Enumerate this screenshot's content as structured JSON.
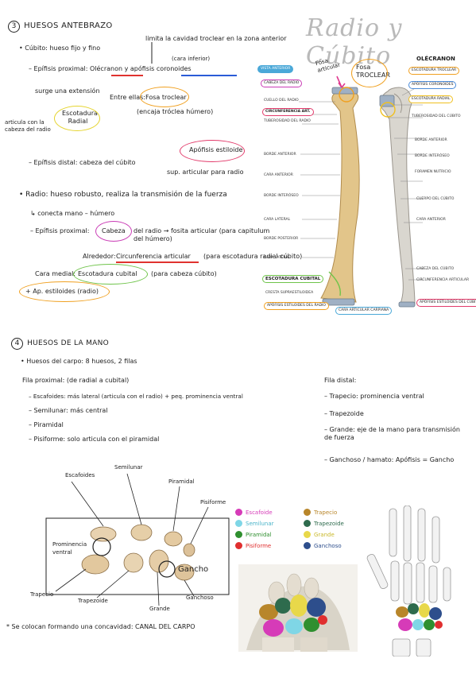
{
  "section3": {
    "number": "3",
    "title": "HUESOS ANTEBRAZO",
    "script_title": "Radio y Cúbito",
    "cubito_line": "• Cúbito: hueso fijo y fino",
    "limita_note": "limita la cavidad troclear en la zona anterior",
    "epifisis_prox": "– Epífisis proximal: Olécranon y apófisis coronoides",
    "cara_inferior": "(cara inferior)",
    "surge_note": "surge una extensión",
    "entre_ellas": "Entre ellas:",
    "fosa_troclear": "Fosa troclear",
    "encaja": "(encaja tróclea húmero)",
    "escotadura_radial": "Escotadura Radial",
    "articula_note": "articula con la cabeza del radio",
    "epifisis_dist": "– Epífisis distal: cabeza del cúbito",
    "apofisis_estiloide": "Apófisis estiloide",
    "sup_articular": "sup. articular para radio",
    "radio_line": "• Radio: hueso robusto, realiza la transmisión de la fuerza",
    "conecta": "↳ conecta mano – húmero",
    "radio_prox": "– Epífisis proximal:",
    "cabeza": "Cabeza",
    "radio_prox_rest": "del radio → fosita articular (para capitulum del húmero)",
    "alrededor": "Alrededor:",
    "circunferencia": "Circunferencia articular",
    "circ_rest": "(para escotadura radial cúbito)",
    "cara_medial": "Cara medial:",
    "escotadura_cubital": "Escotadura cubital",
    "escot_rest": "(para cabeza cúbito)",
    "ap_estiloides": "+ Ap. estiloides (radio)"
  },
  "figure_forearm": {
    "vista_anterior": "VISTA ANTERIOR",
    "fosa_articular": "Fosa articular",
    "fosa_troclear": "Fosa TROCLEAR",
    "olecranon": "OLÉCRANON",
    "escotadura_cubital": "ESCOTADURA CUBITAL",
    "circunferencia": "CIRCUNFERENCIA ART.",
    "apofisis_estiloides_radio": "APÓFISIS ESTILOIDES DEL RADIO",
    "cara_articular_carpiana": "CARA ARTICULAR CARPIANA",
    "apofisis_estiloides_cubito": "APÓFISIS ESTILOIDES DEL CÚBITO",
    "left_labels": [
      "CABEZA DEL RADIO",
      "CUELLO DEL RADIO",
      "TUBEROSIDAD DEL RADIO",
      "BORDE ANTERIOR",
      "CARA ANTERIOR",
      "BORDE INTERÓSEO",
      "CARA LATERAL",
      "BORDE POSTERIOR",
      "CARA LATERAL",
      "CRESTA SUPRAESTILOIDEA"
    ],
    "right_labels": [
      "ESCOTADURA TROCLEAR",
      "APÓFISIS CORONOIDES",
      "ESCOTADURA RADIAL",
      "TUBEROSIDAD DEL CÚBITO",
      "BORDE ANTERIOR",
      "BORDE INTERÓSEO",
      "FORAMEN NUTRICIO",
      "CUERPO DEL CÚBITO",
      "CARA ANTERIOR",
      "CABEZA DEL CÚBITO",
      "CIRCUNFERENCIA ARTICULAR"
    ]
  },
  "section4": {
    "number": "4",
    "title": "HUESOS DE LA MANO",
    "carpo": "• Huesos del carpo: 8 huesos, 2 filas",
    "fila_prox": "Fila proximal: (de radial a cubital)",
    "prox_items": [
      "– Escafoides: más lateral (articula con el radio) + peq. prominencia ventral",
      "– Semilunar: más central",
      "– Piramidal",
      "– Pisiforme: solo articula con el piramidal"
    ],
    "fila_dist": "Fila distal:",
    "dist_items": [
      "– Trapecio: prominencia ventral",
      "– Trapezoide",
      "– Grande: eje de la mano para transmisión de fuerza",
      "– Ganchoso / hamato: Apófisis = Gancho"
    ],
    "concavidad_note": "* Se colocan formando una concavidad: CANAL DEL CARPO"
  },
  "figure_carpus": {
    "escafoides": "Escafoides",
    "semilunar": "Semilunar",
    "piramidal": "Piramidal",
    "pisiforme": "Pisiforme",
    "prominencia": "Prominencia ventral",
    "gancho": "Gancho",
    "trapecio": "Trapecio",
    "trapezoide": "Trapezoide",
    "grande": "Grande",
    "ganchoso": "Ganchoso"
  },
  "legend": [
    {
      "label": "Escafoide",
      "color": "#d63bb8"
    },
    {
      "label": "Semilunar",
      "color": "#7fd6e6"
    },
    {
      "label": "Piramidal",
      "color": "#2f8f2f"
    },
    {
      "label": "Pisiforme",
      "color": "#e02f2f"
    },
    {
      "label": "Trapecio",
      "color": "#b8862a"
    },
    {
      "label": "Trapezoide",
      "color": "#2e6b4d"
    },
    {
      "label": "Grande",
      "color": "#e8d84a"
    },
    {
      "label": "Ganchoso",
      "color": "#2d4e8c"
    }
  ]
}
